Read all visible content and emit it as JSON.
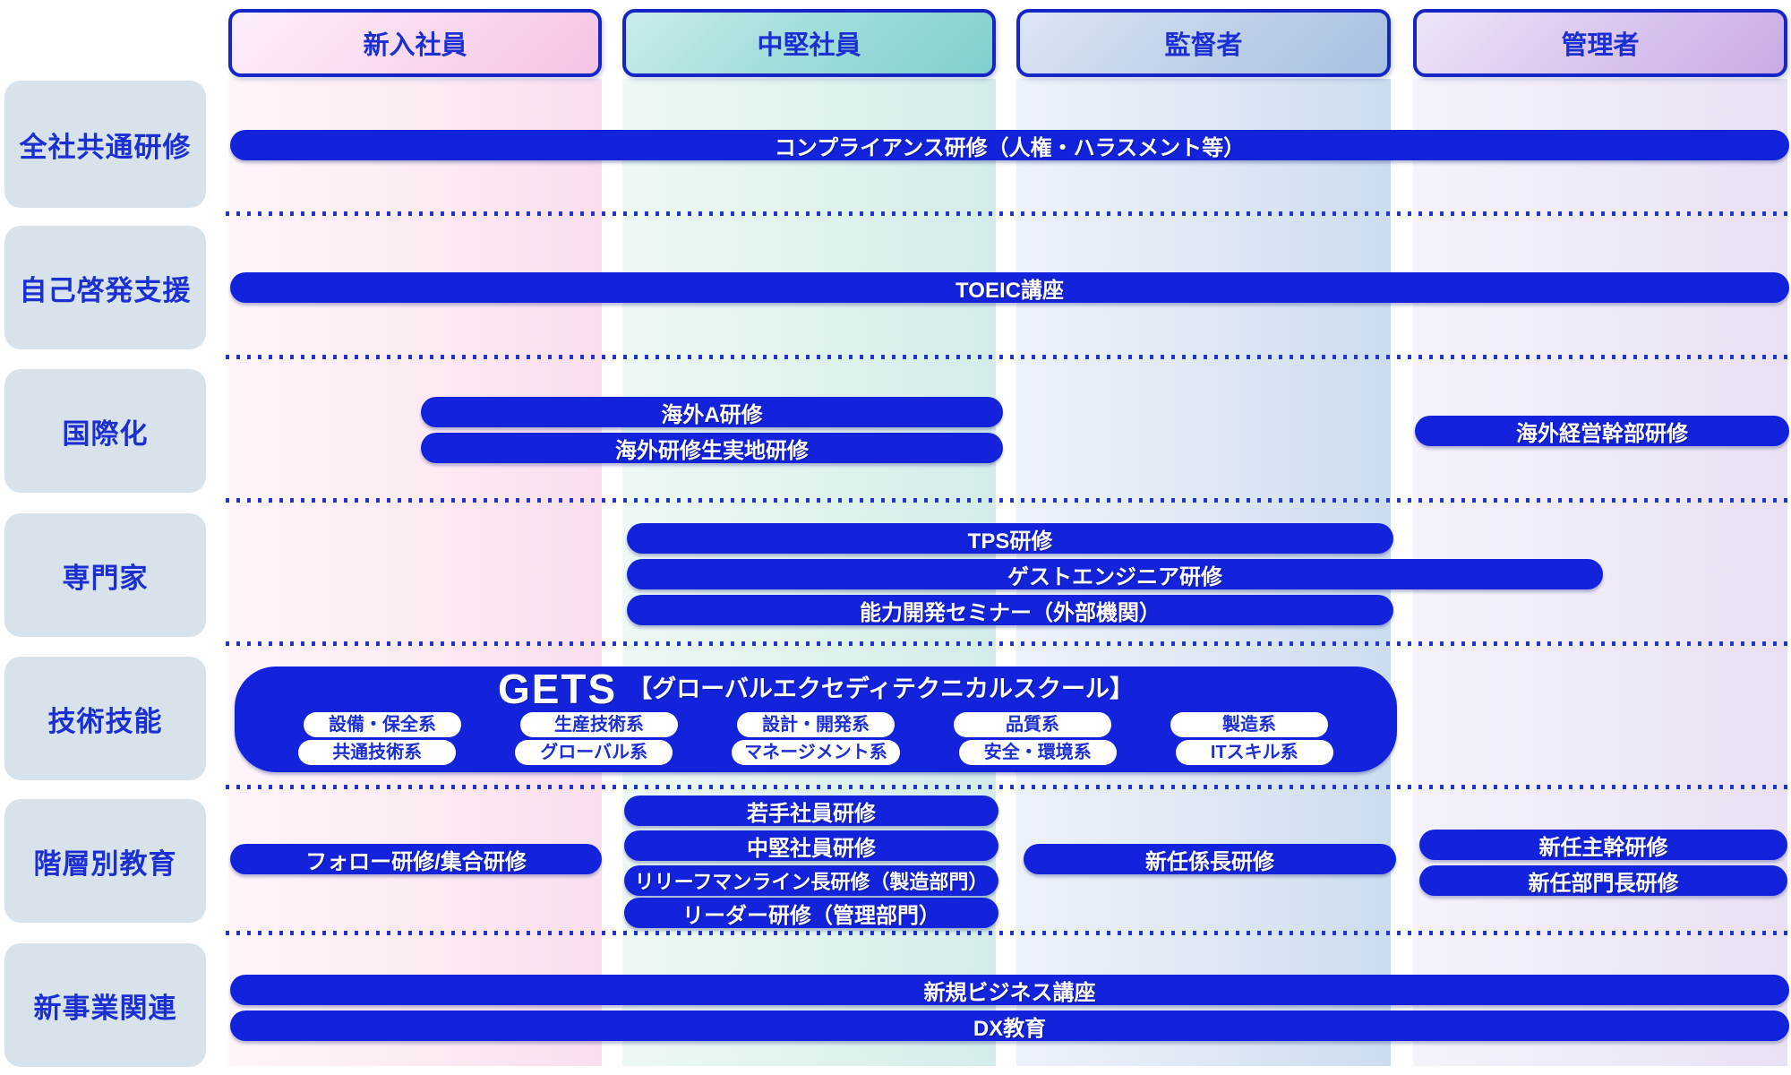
{
  "columns": [
    {
      "label": "新入社員"
    },
    {
      "label": "中堅社員"
    },
    {
      "label": "監督者"
    },
    {
      "label": "管理者"
    }
  ],
  "rows": [
    {
      "label": "全社共通研修",
      "bars": [
        {
          "text": "コンプライアンス研修（人権・ハラスメント等）"
        }
      ]
    },
    {
      "label": "自己啓発支援",
      "bars": [
        {
          "text": "TOEIC講座"
        }
      ]
    },
    {
      "label": "国際化",
      "bars": [
        {
          "text": "海外A研修"
        },
        {
          "text": "海外研修生実地研修"
        },
        {
          "text": "海外経営幹部研修"
        }
      ]
    },
    {
      "label": "専門家",
      "bars": [
        {
          "text": "TPS研修"
        },
        {
          "text": "ゲストエンジニア研修"
        },
        {
          "text": "能力開発セミナー（外部機関）"
        }
      ]
    },
    {
      "label": "技術技能",
      "bars": []
    },
    {
      "label": "階層別教育",
      "bars": [
        {
          "text": "フォロー研修/集合研修"
        },
        {
          "text": "若手社員研修"
        },
        {
          "text": "中堅社員研修"
        },
        {
          "text": "リリーフマンライン長研修（製造部門）"
        },
        {
          "text": "リーダー研修（管理部門）"
        },
        {
          "text": "新任係長研修"
        },
        {
          "text": "新任主幹研修"
        },
        {
          "text": "新任部門長研修"
        }
      ]
    },
    {
      "label": "新事業関連",
      "bars": [
        {
          "text": "新規ビジネス講座"
        },
        {
          "text": "DX教育"
        }
      ]
    }
  ],
  "gets": {
    "title_main": "GETS",
    "title_sub": "【グローバルエクセディテクニカルスクール】",
    "tags_row1": [
      "設備・保全系",
      "生産技術系",
      "設計・開発系",
      "品質系",
      "製造系"
    ],
    "tags_row2": [
      "共通技術系",
      "グローバル系",
      "マネージメント系",
      "安全・環境系",
      "ITスキル系"
    ]
  },
  "colors": {
    "bar_blue": "#1323dc",
    "text_blue": "#1b2fd2",
    "header_border_blue": "#1626c6",
    "row_label_bg": "#d8e2eb",
    "dotted_line_blue": "#2334cc",
    "band_newcomer_pink": "#fadef0",
    "band_mid_teal": "#d3ecea",
    "band_supervisor_blue": "#ccdcef",
    "band_manager_purple": "#e9e0f4"
  }
}
